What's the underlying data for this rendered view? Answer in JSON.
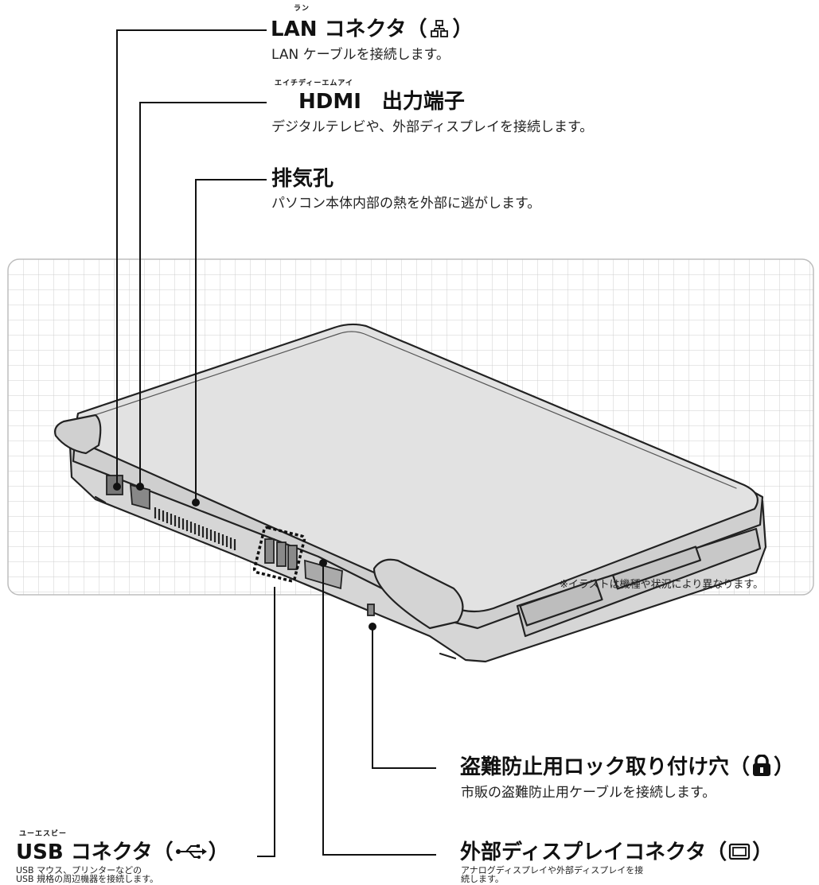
{
  "callouts": {
    "lan": {
      "ruby": "ラン",
      "title": "LAN コネクタ（",
      "title_close": "）",
      "icon": "lan-port-icon",
      "desc": "LAN ケーブルを接続します。"
    },
    "hdmi": {
      "ruby": "エイチディーエムアイ",
      "title": "HDMI　出力端子",
      "desc": "デジタルテレビや、外部ディスプレイを接続します。"
    },
    "vent": {
      "title": "排気孔",
      "desc": "パソコン本体内部の熱を外部に逃がします。"
    },
    "lock": {
      "title": "盗難防止用ロック取り付け穴（",
      "title_close": "）",
      "icon": "padlock-icon",
      "desc": "市販の盗難防止用ケーブルを接続します。"
    },
    "display": {
      "title": "外部ディスプレイコネクタ（",
      "title_close": "）",
      "icon": "monitor-icon",
      "desc_line1": "アナログディスプレイや外部ディスプレイを接",
      "desc_line2": "続します。"
    },
    "usb": {
      "ruby": "ユーエスビー",
      "title": "USB コネクタ（",
      "title_close": "）",
      "icon": "usb-icon",
      "desc_line1": "USB マウス、プリンターなどの",
      "desc_line2": "USB 規格の周辺機器を接続します。"
    }
  },
  "footnote": "※イラストは機種や状況により異なります。",
  "colors": {
    "grid_line": "#c9c9c9",
    "laptop_body": "#d9d9d9",
    "laptop_lid": "#e6e6e6",
    "outline": "#222222",
    "leader_line": "#111111"
  }
}
